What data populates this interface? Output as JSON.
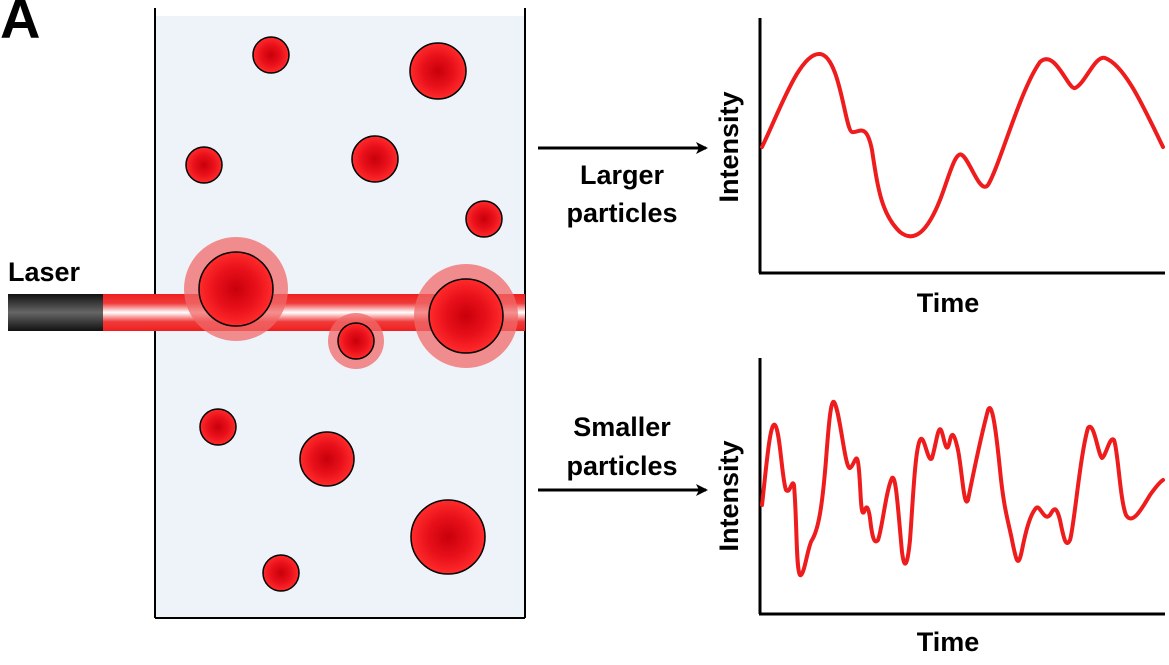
{
  "panel_label": "A",
  "laser_label": "Laser",
  "larger_label_line1": "Larger",
  "larger_label_line2": "particles",
  "smaller_label_line1": "Smaller",
  "smaller_label_line2": "particles",
  "top_graph": {
    "ylabel": "Intensity",
    "xlabel": "Time"
  },
  "bottom_graph": {
    "ylabel": "Intensity",
    "xlabel": "Time"
  },
  "colors": {
    "particle": "#e8101a",
    "particle_dark": "#b3000a",
    "cuvette_fill": "#eef3fa",
    "laser_beam": "#f02a2a",
    "signal_line": "#ee1c1c",
    "laser_body": "#333333"
  }
}
